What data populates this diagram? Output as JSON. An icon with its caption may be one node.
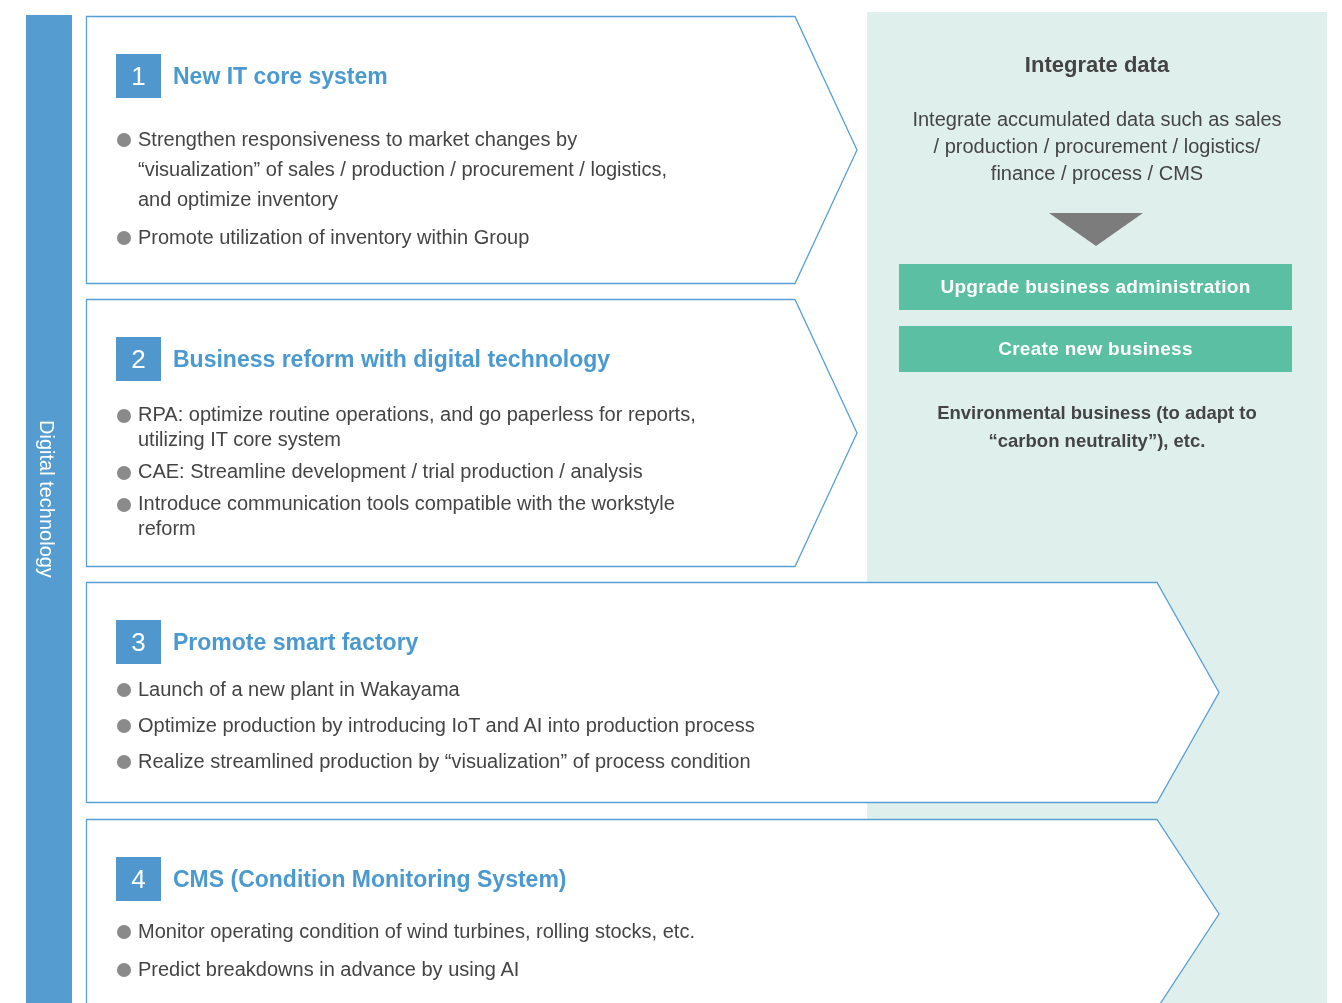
{
  "diagram": {
    "nodes": [
      {
        "text": [
          "Digital technology"
        ]
      },
      {
        "text": [
          "New IT core system",
          "Strengthen responsiveness to market changes by “visualization” of sales / production / procurement / logistics, and optimize inventory",
          "Promote utilization of inventory within Group"
        ]
      },
      {
        "text": [
          "1"
        ],
        "in": 1
      },
      {
        "text": [
          "Business reform with digital technology",
          "RPA: optimize routine operations, and go paperless for reports, utilizing IT core system",
          "CAE: Streamline development / trial production / analysis",
          "Introduce communication tools compatible with the workstyle reform"
        ]
      },
      {
        "text": [
          "2"
        ],
        "in": 3
      },
      {
        "text": [
          "Promote smart factory",
          "Launch of a new plant in Wakayama",
          "Optimize production by introducing IoT and AI into production process",
          "Realize streamlined production by “visualization” of process condition"
        ]
      },
      {
        "text": [
          "3"
        ],
        "in": 5
      },
      {
        "text": [
          "CMS (Condition Monitoring System)",
          "Monitor operating condition of wind turbines, rolling stocks, etc.",
          "Predict breakdowns in advance by using AI"
        ]
      },
      {
        "text": [
          "4"
        ],
        "in": 7
      },
      {
        "text": [
          "Integrate data",
          "Integrate accumulated data such as sales / production / procurement / logistics/ finance / process / CMS",
          "Environmental business (to adapt to “carbon neutrality”), etc."
        ]
      },
      {
        "text": [
          "Upgrade business administration"
        ],
        "in": 9
      },
      {
        "text": [
          "Create new business"
        ],
        "in": 9
      }
    ],
    "edges": []
  }
}
